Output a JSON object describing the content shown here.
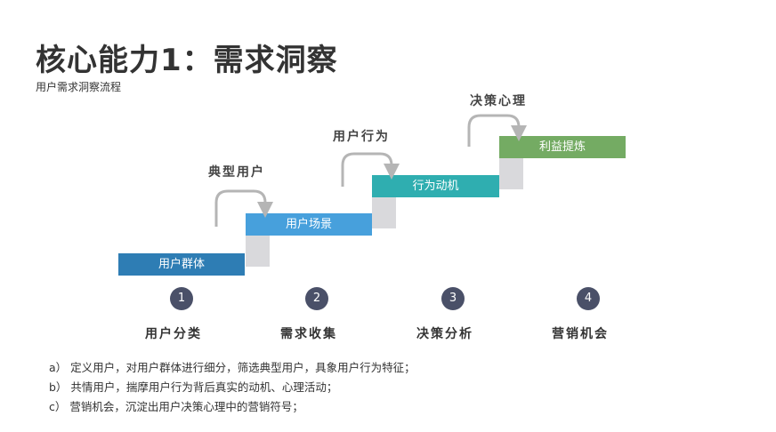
{
  "title": "核心能力1：需求洞察",
  "subtitle": "用户需求洞察流程",
  "stairs": [
    {
      "label": "用户群体",
      "color": "#2e7db4"
    },
    {
      "label": "用户场景",
      "color": "#47a0dc"
    },
    {
      "label": "行为动机",
      "color": "#2faeb0"
    },
    {
      "label": "利益提炼",
      "color": "#74ab63"
    }
  ],
  "arrow_labels": [
    "典型用户",
    "用户行为",
    "决策心理"
  ],
  "steps": [
    {
      "num": "1",
      "label": "用户分类"
    },
    {
      "num": "2",
      "label": "需求收集"
    },
    {
      "num": "3",
      "label": "决策分析"
    },
    {
      "num": "4",
      "label": "营销机会"
    }
  ],
  "notes": [
    "a） 定义用户，对用户群体进行细分，筛选典型用户，具象用户行为特征；",
    "b） 共情用户，揣摩用户行为背后真实的动机、心理活动；",
    "c） 营销机会，沉淀出用户决策心理中的营销符号；"
  ]
}
